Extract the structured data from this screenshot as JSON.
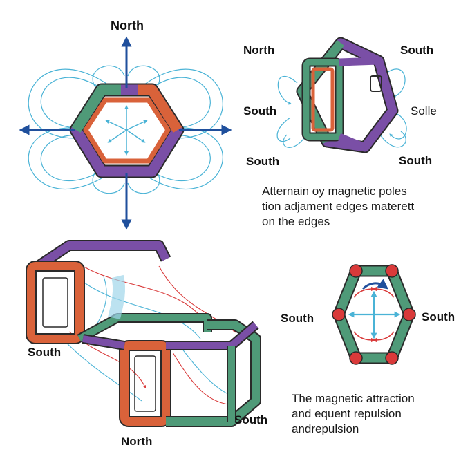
{
  "labels": {
    "p1_north": "North",
    "p2_north": "North",
    "p2_south_top": "South",
    "p2_south_left": "South",
    "p2_solle": "Solle",
    "p2_south_bl": "South",
    "p2_south_br": "South",
    "p3_south_left": "South",
    "p3_south_right": "South",
    "p3_north": "North",
    "p4_south_left": "South",
    "p4_south_right": "South"
  },
  "captions": {
    "top_right": [
      "Atternain oy magnetic poles",
      "tion adjament edges materett",
      "on the edges"
    ],
    "bottom_right": [
      "The magnetic attraction",
      "and equent repulsion",
      "andrepulsion"
    ]
  },
  "colors": {
    "purple": "#7a4fa6",
    "orange": "#d9623a",
    "green": "#4f9a78",
    "red": "#d93a3a",
    "field_line": "#4ab3d6",
    "axis_arrow": "#1f4f9c",
    "outline": "#2a2a2a"
  }
}
